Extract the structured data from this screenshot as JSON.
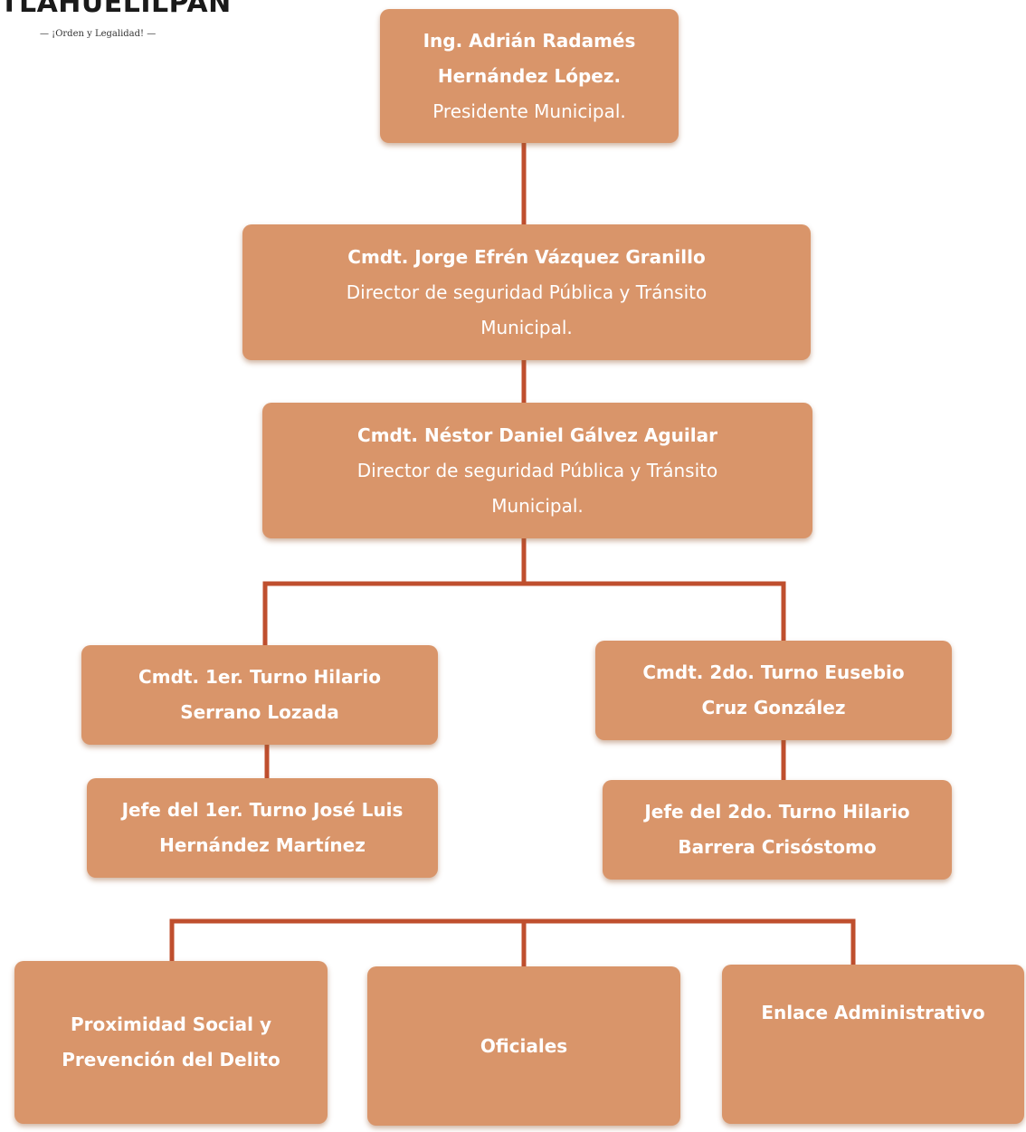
{
  "header": {
    "logo_text": "TLAHUELILPAN",
    "tagline": "— ¡Orden y Legalidad! —"
  },
  "org": {
    "president": {
      "name": "Ing. Adrián Radamés Hernández López.",
      "role": "Presidente Municipal."
    },
    "director_1": {
      "name": "Cmdt. Jorge Efrén Vázquez Granillo",
      "role": "Director de seguridad Pública y Tránsito Municipal."
    },
    "director_2": {
      "name": "Cmdt. Néstor Daniel Gálvez Aguilar",
      "role": "Director de seguridad Pública y Tránsito Municipal."
    },
    "shift_1_commander": {
      "name": "Cmdt. 1er. Turno Hilario Serrano Lozada"
    },
    "shift_2_commander": {
      "name": "Cmdt. 2do. Turno Eusebio Cruz González"
    },
    "shift_1_chief": {
      "name": "Jefe del 1er. Turno José Luis Hernández Martínez"
    },
    "shift_2_chief": {
      "name": "Jefe del 2do. Turno Hilario Barrera Crisóstomo"
    },
    "units": [
      {
        "name": "Proximidad Social y Prevención del Delito"
      },
      {
        "name": "Oficiales"
      },
      {
        "name": "Enlace Administrativo"
      }
    ]
  },
  "colors": {
    "box_fill": "#d9956a",
    "connector": "#bf4f2e",
    "text": "#ffffff"
  }
}
